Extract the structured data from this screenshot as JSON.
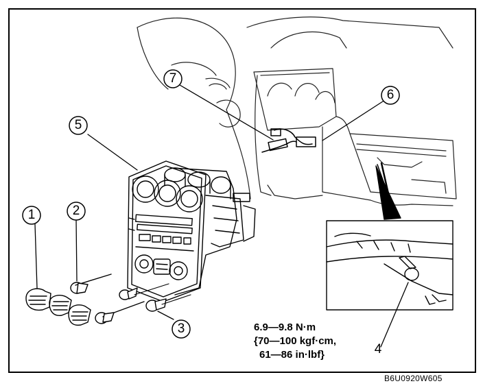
{
  "callouts": {
    "c1": "1",
    "c2": "2",
    "c3": "3",
    "c4": "4",
    "c5": "5",
    "c6": "6",
    "c7": "7"
  },
  "torque_spec": {
    "line1": "6.9—9.8 N·m",
    "line2": "{70—100 kgf·cm,",
    "line3": "61—86 in·lbf}"
  },
  "figure_code": "B6U0920W605"
}
